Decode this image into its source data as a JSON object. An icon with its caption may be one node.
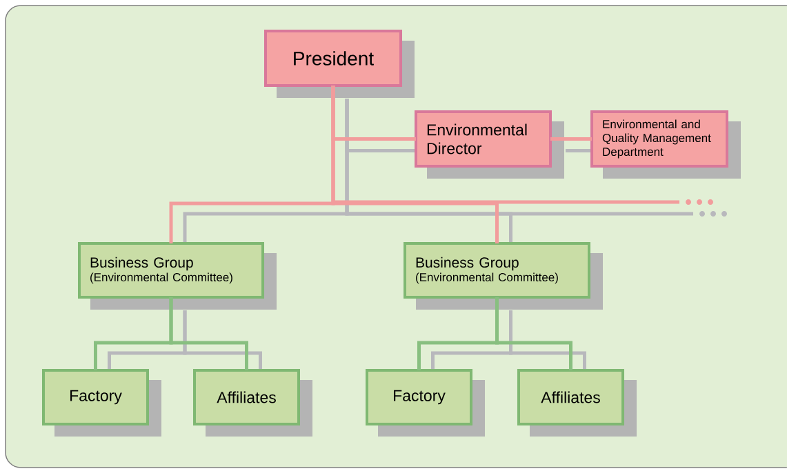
{
  "diagram": {
    "nodes": [
      {
        "text": [
          "President"
        ]
      },
      {
        "text": [
          "Environmental Director"
        ]
      },
      {
        "text": [
          "Environmental and Quality Management Department"
        ]
      },
      {
        "text": [
          "Business Group",
          "(Environmental Committee)"
        ]
      },
      {
        "text": [
          "Business Group",
          "(Environmental Committee)"
        ]
      },
      {
        "text": [
          "Factory"
        ]
      },
      {
        "text": [
          "Affiliates"
        ]
      },
      {
        "text": [
          "Factory"
        ]
      },
      {
        "text": [
          "Affiliates"
        ]
      }
    ],
    "edges": [
      {
        "from": 0,
        "to": 1,
        "arrow": "none"
      },
      {
        "from": 1,
        "to": 2,
        "arrow": "none"
      },
      {
        "from": 0,
        "to": 3,
        "arrow": "none"
      },
      {
        "from": 0,
        "to": 4,
        "arrow": "none"
      },
      {
        "from": 0,
        "to": null,
        "arrow": "none"
      },
      {
        "from": 3,
        "to": 5,
        "arrow": "none",
        "color": "#88bf80"
      },
      {
        "from": 3,
        "to": 6,
        "arrow": "none",
        "color": "#88bf80"
      },
      {
        "from": 4,
        "to": 7,
        "arrow": "none",
        "color": "#88bf80"
      },
      {
        "from": 4,
        "to": 8,
        "arrow": "none",
        "color": "#88bf80"
      }
    ]
  }
}
